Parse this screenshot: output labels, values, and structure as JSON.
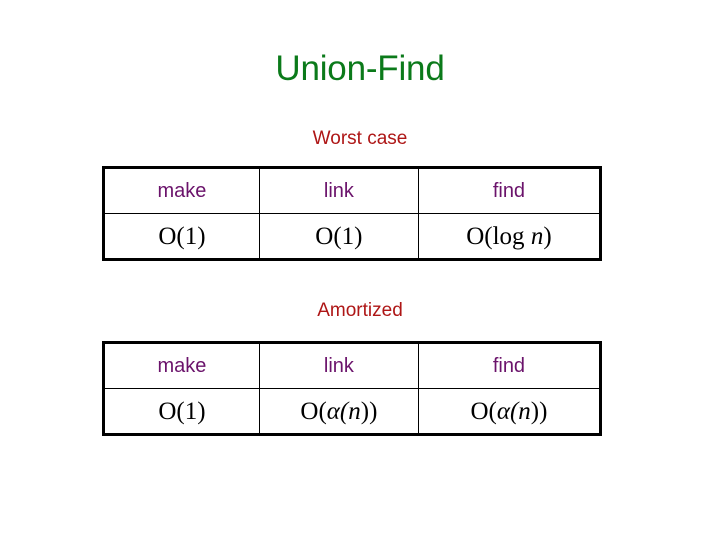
{
  "slide": {
    "title": "Union-Find",
    "title_color": "#0b7a1a",
    "background_color": "#ffffff"
  },
  "sections": [
    {
      "caption": "Worst case",
      "caption_color": "#ae1616",
      "table": {
        "headers": [
          "make",
          "link",
          "find"
        ],
        "header_color": "#6b136b",
        "values": [
          "O(1)",
          "O(1)",
          "O(log n)"
        ],
        "value_color": "#000000",
        "border_color": "#000000"
      }
    },
    {
      "caption": "Amortized",
      "caption_color": "#ae1616",
      "table": {
        "headers": [
          "make",
          "link",
          "find"
        ],
        "header_color": "#6b136b",
        "values": [
          "O(1)",
          "O(α(n))",
          "O(α(n))"
        ],
        "value_color": "#000000",
        "border_color": "#000000"
      }
    }
  ],
  "math_parts": {
    "worst": {
      "make": {
        "pre": "O(1)",
        "italic": "",
        "post": ""
      },
      "link": {
        "pre": "O(1)",
        "italic": "",
        "post": ""
      },
      "find": {
        "pre": "O(log ",
        "italic": "n",
        "post": ")"
      }
    },
    "amortized": {
      "make": {
        "pre": "O(1)",
        "italic": "",
        "post": ""
      },
      "link": {
        "pre": "O(",
        "italic": "α(n",
        "post": "))"
      },
      "find": {
        "pre": "O(",
        "italic": "α(n",
        "post": "))"
      }
    }
  }
}
